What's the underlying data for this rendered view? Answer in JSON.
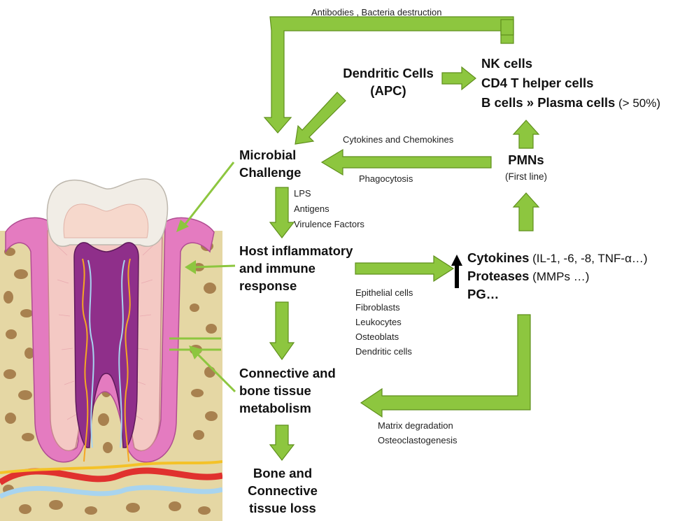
{
  "colors": {
    "arrow_fill": "#8dc63f",
    "arrow_stroke": "#5f8f1c",
    "enamel": "#f1ede6",
    "gum": "#e47bc0",
    "bone": "#e5d7a4",
    "pulp": "#8f2f8a",
    "black_arrow": "#000000"
  },
  "diagram": {
    "top_feedback_label": "Antibodies , Bacteria destruction",
    "dendritic_cells": "Dendritic Cells\n(APC)",
    "immune_cells": {
      "nk": "NK cells",
      "cd4": "CD4 T helper cells",
      "b_cells": "B cells » Plasma cells",
      "b_cells_note": " (> 50%)"
    },
    "cytokines_chemokines_label": "Cytokines and Chemokines",
    "phagocytosis_label": "Phagocytosis",
    "pmns": "PMNs",
    "pmns_note": "(First line)",
    "microbial_challenge": "Microbial\nChallenge",
    "microbial_products": [
      "LPS",
      "Antigens",
      "Virulence Factors"
    ],
    "host_response": "Host inflammatory\nand immune\nresponse",
    "mediators": [
      {
        "name": "Cytokines",
        "detail": " (IL-1, -6, -8, TNF-α…)"
      },
      {
        "name": "Proteases",
        "detail": " (MMPs …)"
      },
      {
        "name": "PG…",
        "detail": ""
      }
    ],
    "source_cells": [
      "Epithelial cells",
      "Fibroblasts",
      "Leukocytes",
      "Osteoblats",
      "Dendritic cells"
    ],
    "tissue_metabolism": "Connective and\nbone tissue\nmetabolism",
    "degradation_labels": [
      "Matrix degradation",
      "Osteoclastogenesis"
    ],
    "outcome": "Bone and\nConnective\ntissue loss"
  }
}
